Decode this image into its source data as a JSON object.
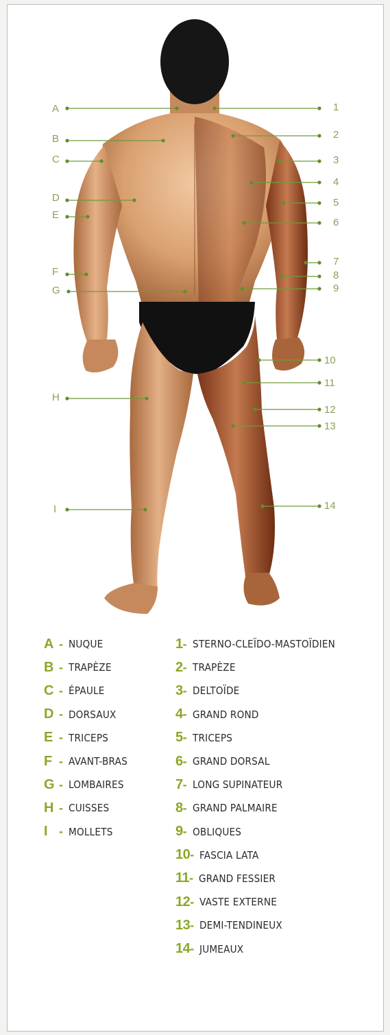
{
  "labels_left": [
    {
      "letter": "A",
      "muscle": "NUQUE"
    },
    {
      "letter": "B",
      "muscle": "TRAPÈZE"
    },
    {
      "letter": "C",
      "muscle": "ÉPAULE"
    },
    {
      "letter": "D",
      "muscle": "DORSAUX"
    },
    {
      "letter": "E",
      "muscle": "TRICEPS"
    },
    {
      "letter": "F",
      "muscle": "AVANT-BRAS"
    },
    {
      "letter": "G",
      "muscle": "LOMBAIRES"
    },
    {
      "letter": "H",
      "muscle": "CUISSES"
    },
    {
      "letter": "I",
      "muscle": "MOLLETS"
    }
  ],
  "labels_right": [
    {
      "number": "1",
      "muscle": "STERNO-CLEÏDO-MASTOÏDIEN"
    },
    {
      "number": "2",
      "muscle": "TRAPÈZE"
    },
    {
      "number": "3",
      "muscle": "DELTOÏDE"
    },
    {
      "number": "4",
      "muscle": "GRAND ROND"
    },
    {
      "number": "5",
      "muscle": "TRICEPS"
    },
    {
      "number": "6",
      "muscle": "GRAND DORSAL"
    },
    {
      "number": "7",
      "muscle": "LONG SUPINATEUR"
    },
    {
      "number": "8",
      "muscle": "GRAND PALMAIRE"
    },
    {
      "number": "9",
      "muscle": "OBLIQUES"
    },
    {
      "number": "10",
      "muscle": "FASCIA LATA"
    },
    {
      "number": "11",
      "muscle": "GRAND FESSIER"
    },
    {
      "number": "12",
      "muscle": "VASTE EXTERNE"
    },
    {
      "number": "13",
      "muscle": "DEMI-TENDINEUX"
    },
    {
      "number": "14",
      "muscle": "JUMEAUX"
    }
  ],
  "legend_separator": "-",
  "colors": {
    "accent": "#8aa827",
    "leader": "#6f9a3a",
    "skin": "#c98a5a",
    "muscle": "#a3542e",
    "briefs": "#111111"
  }
}
